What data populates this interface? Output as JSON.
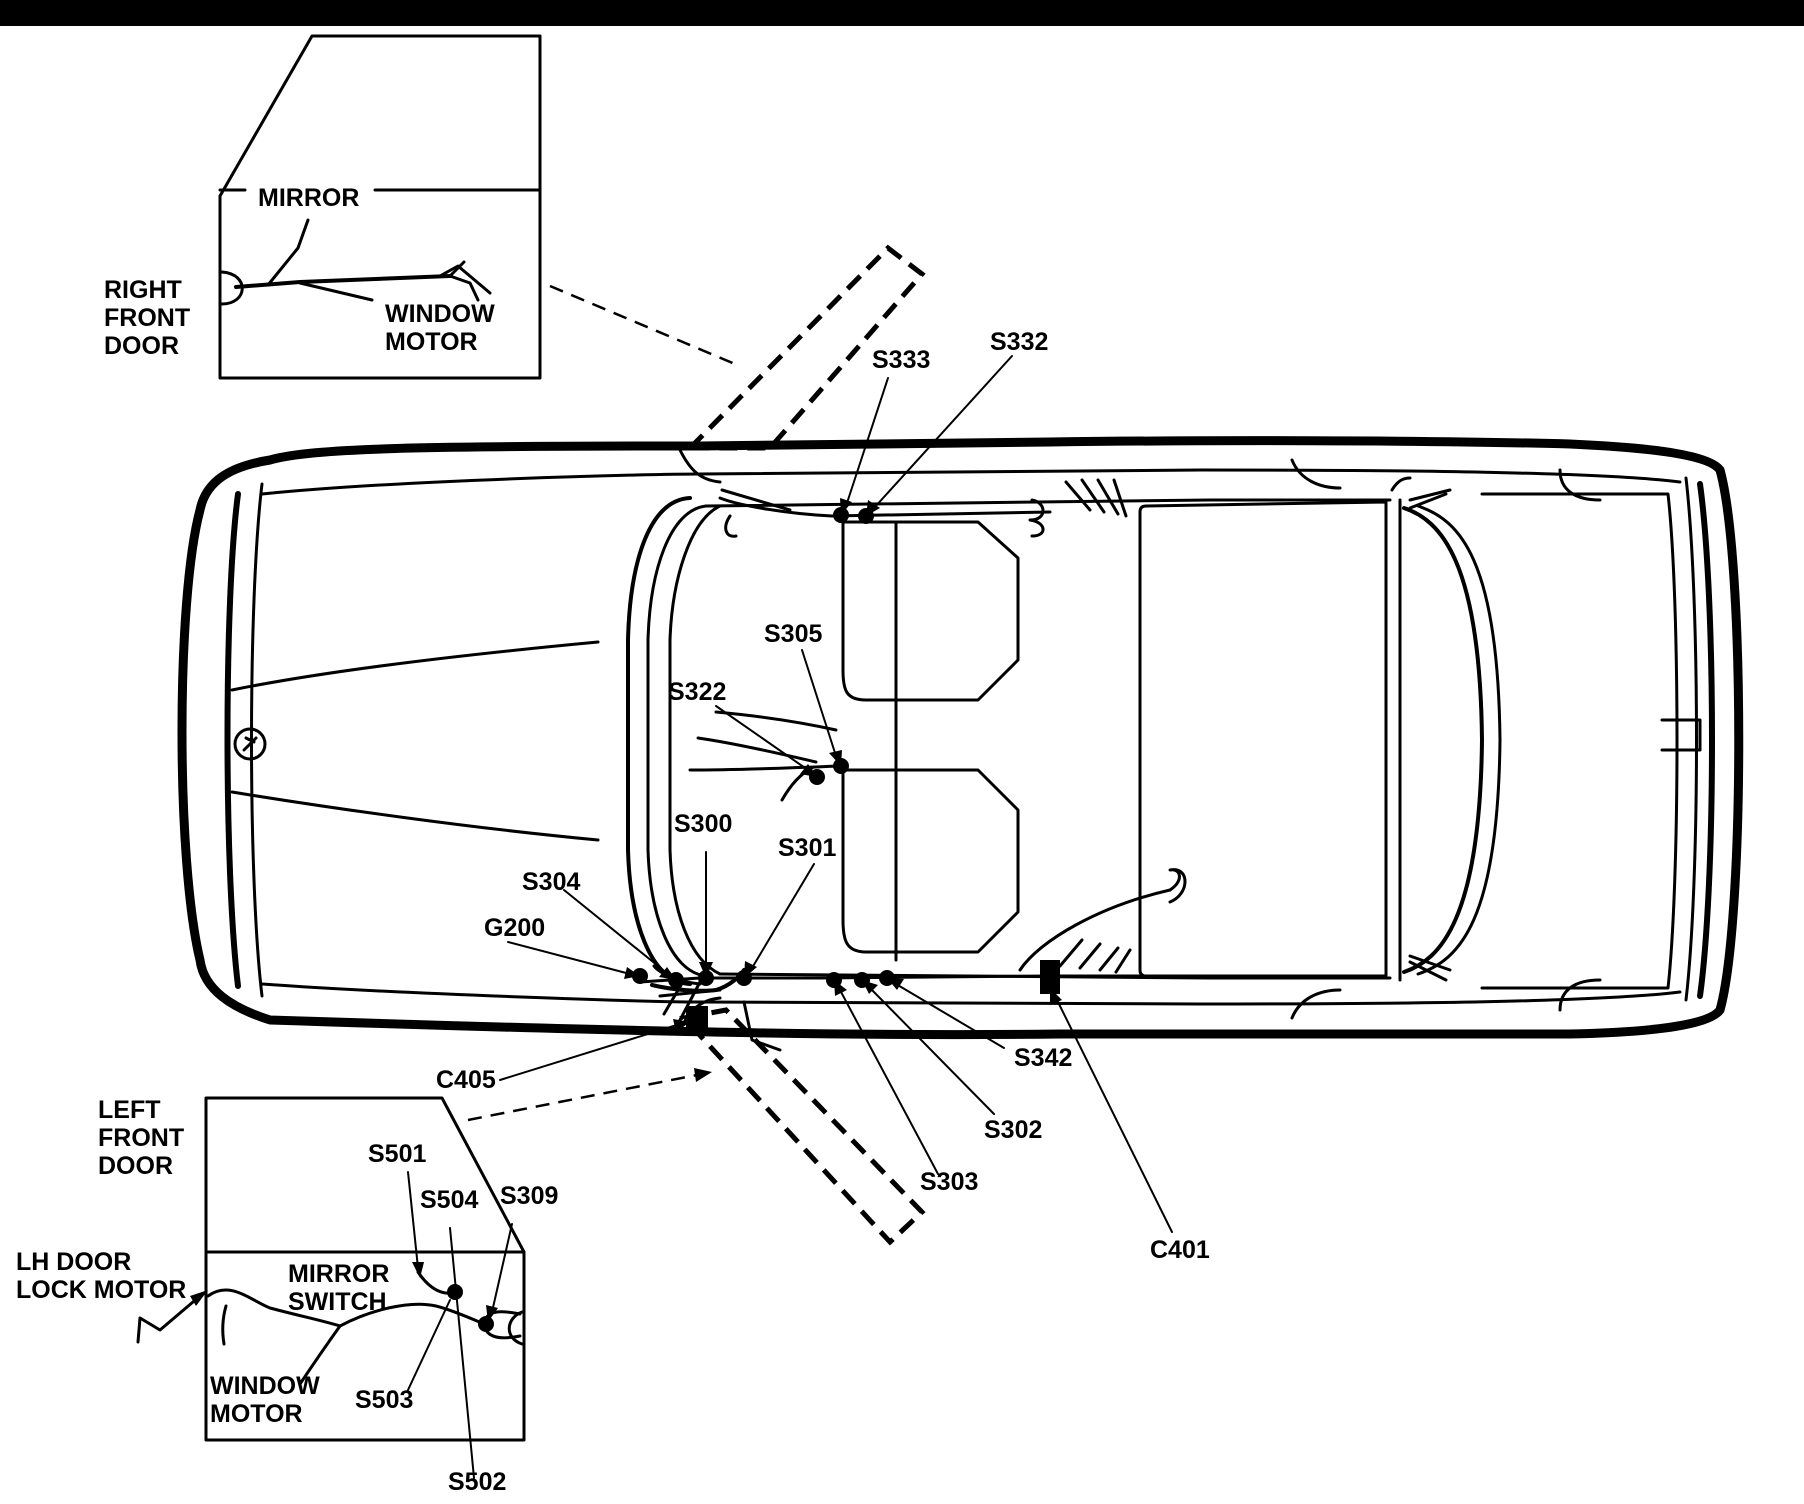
{
  "inset_right_door": {
    "title_lines": [
      "RIGHT",
      "FRONT",
      "DOOR"
    ],
    "mirror_label": "MIRROR",
    "window_motor_lines": [
      "WINDOW",
      "MOTOR"
    ]
  },
  "inset_left_door": {
    "title_lines": [
      "LEFT",
      "FRONT",
      "DOOR"
    ],
    "lock_motor_lines": [
      "LH DOOR",
      "LOCK MOTOR"
    ],
    "mirror_switch_lines": [
      "MIRROR",
      "SWITCH"
    ],
    "window_motor_lines": [
      "WINDOW",
      "MOTOR"
    ],
    "splices": {
      "s501": "S501",
      "s504": "S504",
      "s309": "S309",
      "s503": "S503",
      "s502": "S502"
    }
  },
  "vehicle_callouts": {
    "s333": "S333",
    "s332": "S332",
    "s305": "S305",
    "s322": "S322",
    "s300": "S300",
    "s301": "S301",
    "s304": "S304",
    "g200": "G200",
    "c405": "C405",
    "s342": "S342",
    "s302": "S302",
    "s303": "S303",
    "c401": "C401"
  },
  "colors": {
    "line": "#000000",
    "background": "#ffffff"
  }
}
